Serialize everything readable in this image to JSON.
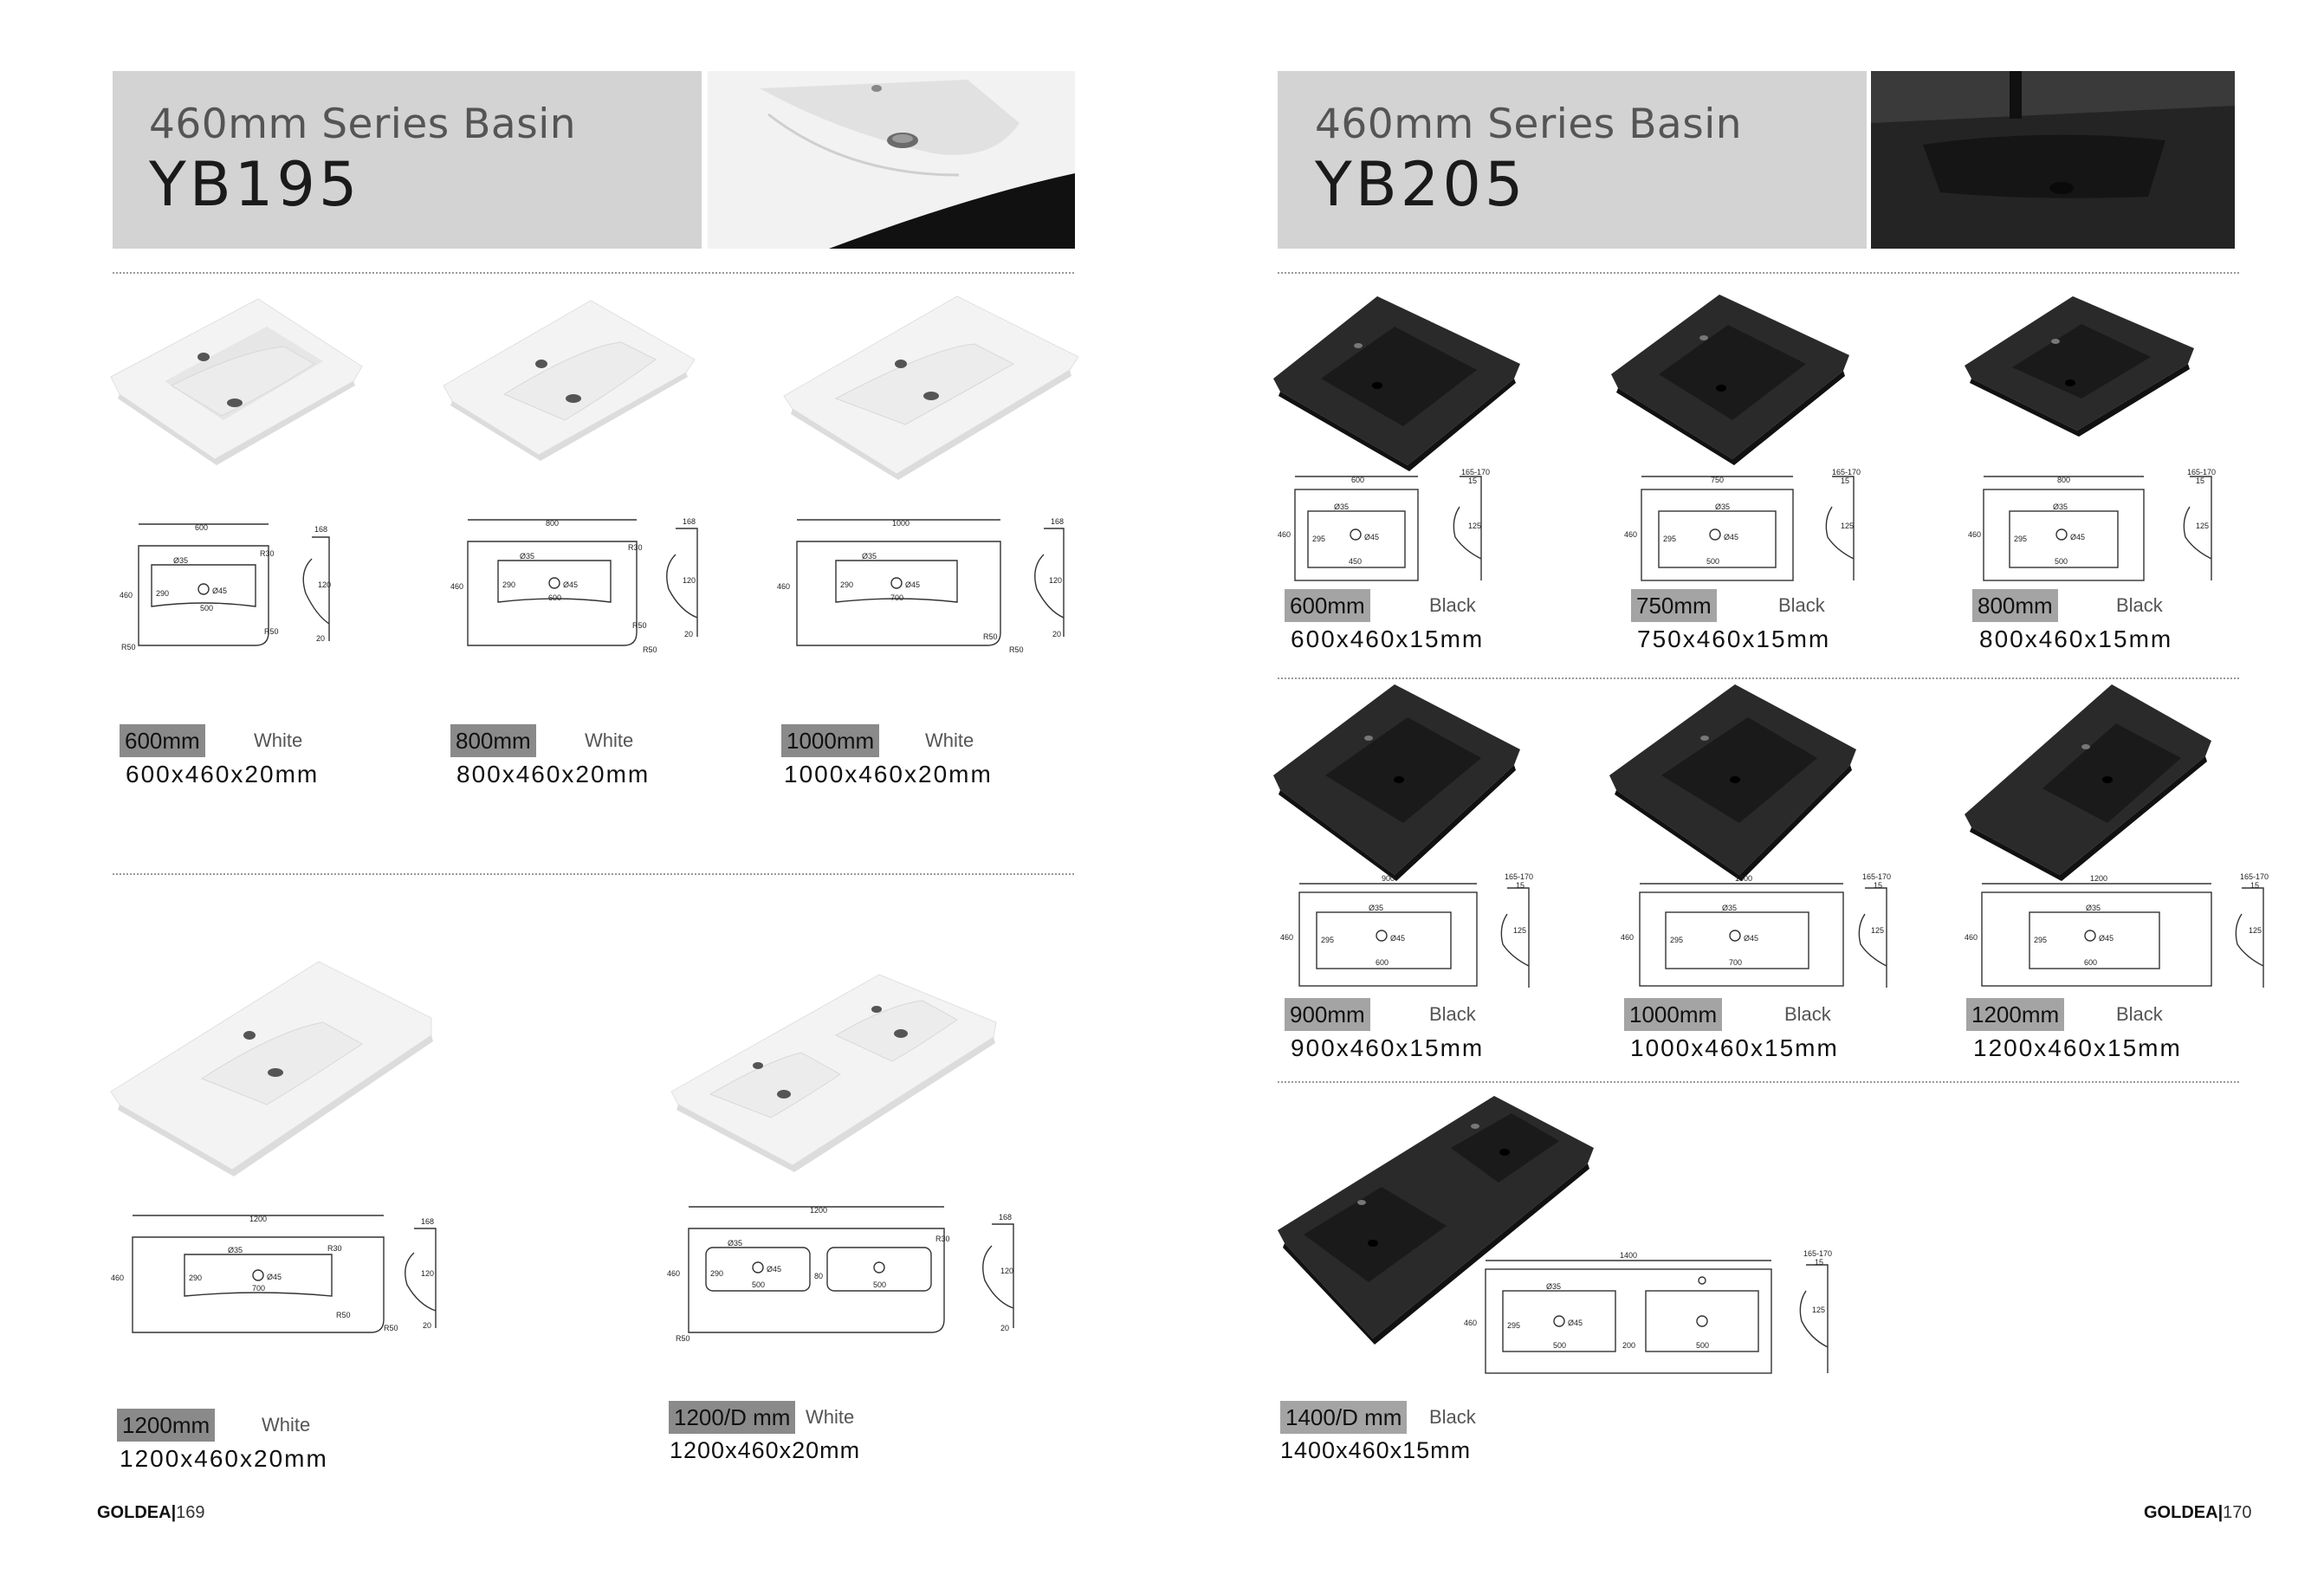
{
  "left": {
    "series": "460mm Series Basin",
    "model": "YB195",
    "products": [
      {
        "size": "600mm",
        "color": "White",
        "dims": "600x460x20mm",
        "drawing": {
          "width": "600",
          "depth": "460",
          "bowl": "500",
          "inner": "290",
          "tap": "Ø35",
          "drain": "Ø45",
          "r1": "R30",
          "r2": "R50",
          "r3": "R50",
          "h": "168",
          "h2": "120",
          "t": "20"
        }
      },
      {
        "size": "800mm",
        "color": "White",
        "dims": "800x460x20mm",
        "drawing": {
          "width": "800",
          "depth": "460",
          "bowl": "600",
          "inner": "290",
          "tap": "Ø35",
          "drain": "Ø45",
          "r1": "R30",
          "r2": "R50",
          "r3": "R50",
          "h": "168",
          "h2": "120",
          "t": "20"
        }
      },
      {
        "size": "1000mm",
        "color": "White",
        "dims": "1000x460x20mm",
        "drawing": {
          "width": "1000",
          "depth": "460",
          "bowl": "700",
          "inner": "290",
          "tap": "Ø35",
          "drain": "Ø45",
          "r1": "",
          "r2": "R50",
          "r3": "R50",
          "h": "168",
          "h2": "120",
          "t": "20"
        }
      },
      {
        "size": "1200mm",
        "color": "White",
        "dims": "1200x460x20mm",
        "drawing": {
          "width": "1200",
          "depth": "460",
          "bowl": "700",
          "inner": "290",
          "tap": "Ø35",
          "drain": "Ø45",
          "r1": "R30",
          "r2": "R50",
          "r3": "R50",
          "h": "168",
          "h2": "120",
          "t": "20"
        }
      },
      {
        "size": "1200/D mm",
        "color": "White",
        "dims": "1200x460x20mm",
        "drawing": {
          "width": "1200",
          "depth": "460",
          "bowl": "500",
          "bowl2": "500",
          "gap": "80",
          "inner": "290",
          "tap": "Ø35",
          "drain": "Ø45",
          "r1": "R30",
          "r2": "R50",
          "r3": "",
          "h": "168",
          "h2": "120",
          "t": "20"
        }
      }
    ],
    "footer": {
      "brand": "GOLDEA",
      "page": "169"
    }
  },
  "right": {
    "series": "460mm Series Basin",
    "model": "YB205",
    "products": [
      {
        "size": "600mm",
        "color": "Black",
        "dims": "600x460x15mm",
        "drawing": {
          "width": "600",
          "depth": "460",
          "bowl": "450",
          "inner": "295",
          "tap": "Ø35",
          "drain": "Ø45",
          "h": "165-170",
          "h1": "15",
          "h2": "125"
        }
      },
      {
        "size": "750mm",
        "color": "Black",
        "dims": "750x460x15mm",
        "drawing": {
          "width": "750",
          "depth": "460",
          "bowl": "500",
          "inner": "295",
          "tap": "Ø35",
          "drain": "Ø45",
          "h": "165-170",
          "h1": "15",
          "h2": "125"
        }
      },
      {
        "size": "800mm",
        "color": "Black",
        "dims": "800x460x15mm",
        "drawing": {
          "width": "800",
          "depth": "460",
          "bowl": "500",
          "inner": "295",
          "tap": "Ø35",
          "drain": "Ø45",
          "h": "165-170",
          "h1": "15",
          "h2": "125"
        }
      },
      {
        "size": "900mm",
        "color": "Black",
        "dims": "900x460x15mm",
        "drawing": {
          "width": "900",
          "depth": "460",
          "bowl": "600",
          "inner": "295",
          "tap": "Ø35",
          "drain": "Ø45",
          "h": "165-170",
          "h1": "15",
          "h2": "125"
        }
      },
      {
        "size": "1000mm",
        "color": "Black",
        "dims": "1000x460x15mm",
        "drawing": {
          "width": "1000",
          "depth": "460",
          "bowl": "700",
          "inner": "295",
          "tap": "Ø35",
          "drain": "Ø45",
          "h": "165-170",
          "h1": "15",
          "h2": "125"
        }
      },
      {
        "size": "1200mm",
        "color": "Black",
        "dims": "1200x460x15mm",
        "drawing": {
          "width": "1200",
          "depth": "460",
          "bowl": "600",
          "inner": "295",
          "tap": "Ø35",
          "drain": "Ø45",
          "h": "165-170",
          "h1": "15",
          "h2": "125"
        }
      },
      {
        "size": "1400/D mm",
        "color": "Black",
        "dims": "1400x460x15mm",
        "drawing": {
          "width": "1400",
          "depth": "460",
          "bowl": "500",
          "bowl2": "500",
          "gap": "200",
          "inner": "295",
          "tap": "Ø35",
          "drain": "Ø45",
          "h": "165-170",
          "h1": "15",
          "h2": "125"
        }
      }
    ],
    "footer": {
      "brand": "GOLDEA",
      "page": "170"
    }
  },
  "colors": {
    "header_bg": "#d3d3d3",
    "tag_bg": "#8a8a8a",
    "white_basin": "#f4f4f4",
    "black_basin": "#1e1e1e"
  }
}
